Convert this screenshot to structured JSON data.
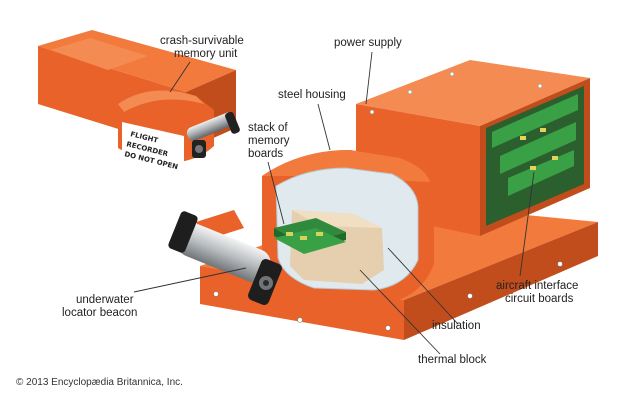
{
  "labels": {
    "crash_memory_1": "crash-survivable",
    "crash_memory_2": "memory unit",
    "power_supply": "power supply",
    "steel_housing": "steel housing",
    "stack_1": "stack of",
    "stack_2": "memory",
    "stack_3": "boards",
    "aircraft_1": "aircraft interface",
    "aircraft_2": "circuit boards",
    "underwater_1": "underwater",
    "underwater_2": "locator beacon",
    "insulation": "insulation",
    "thermal_block": "thermal block"
  },
  "unit_text": {
    "line1": "FLIGHT",
    "line2": "RECORDER",
    "line3": "DO NOT OPEN"
  },
  "copyright": "© 2013 Encyclopædia Britannica, Inc.",
  "colors": {
    "orange": "#e8622a",
    "orange_dark": "#c24d1c",
    "orange_light": "#f27a3d",
    "steel": "#b9c3c9",
    "insulation": "#dfe9ee",
    "thermal": "#e6cfae",
    "board_green": "#2f8a3d",
    "gray": "#8d9499"
  }
}
